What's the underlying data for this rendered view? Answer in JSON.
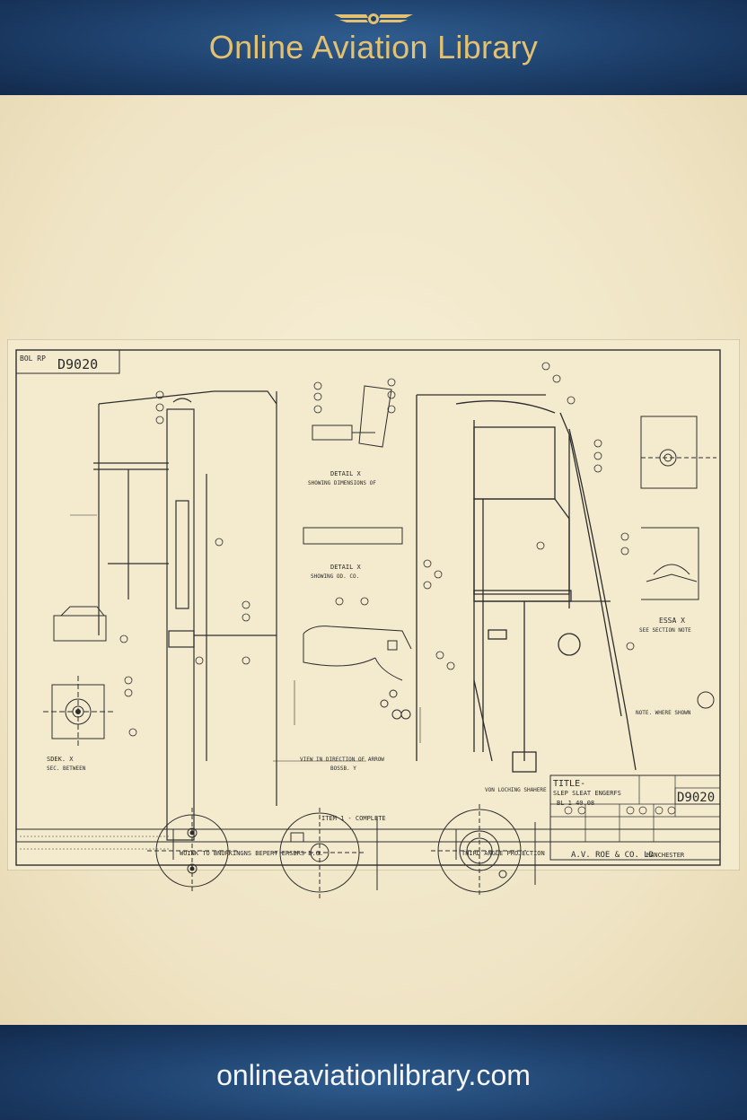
{
  "header": {
    "title": "Online Aviation Library",
    "logo_icon": "wings-emblem-icon"
  },
  "footer": {
    "url": "onlineaviationlibrary.com"
  },
  "drawing": {
    "sheet_ref": "D9020",
    "corner_code": "BOL RP",
    "item_note": "ITEM 1 - COMPLETE",
    "notes_bottom_left": "WOINK TO BNURKINGNS BEPERT ERSBRS B.O.",
    "projection": "THIRD ANGLE PROJECTION",
    "view_note": "VON LOCHING SHAHERE",
    "company": "A.V. ROE & CO. LD",
    "location": "MANCHESTER",
    "title_label": "TITLE-",
    "title_sub": "SLEP SLEAT ENGERFS",
    "title_sub2": "BL 1 40.08",
    "detail_x_a": "DETAIL X",
    "detail_x_a_note": "SHOWING DIMENSIONS OF",
    "detail_x_b": "DETAIL X",
    "detail_x_b_note": "SHOWING OD. CO.",
    "detail_x_c": "SDEK. X",
    "detail_c_note": "SEC. BETWEEN",
    "section_view": "VIEW IN DIRECTION OF ARROW",
    "section_view2": "BOSSB. Y",
    "essa_x": "ESSA X",
    "essa_note": "SEE SECTION NOTE",
    "notes_right": "NOTE. WHERE SHOWN"
  }
}
